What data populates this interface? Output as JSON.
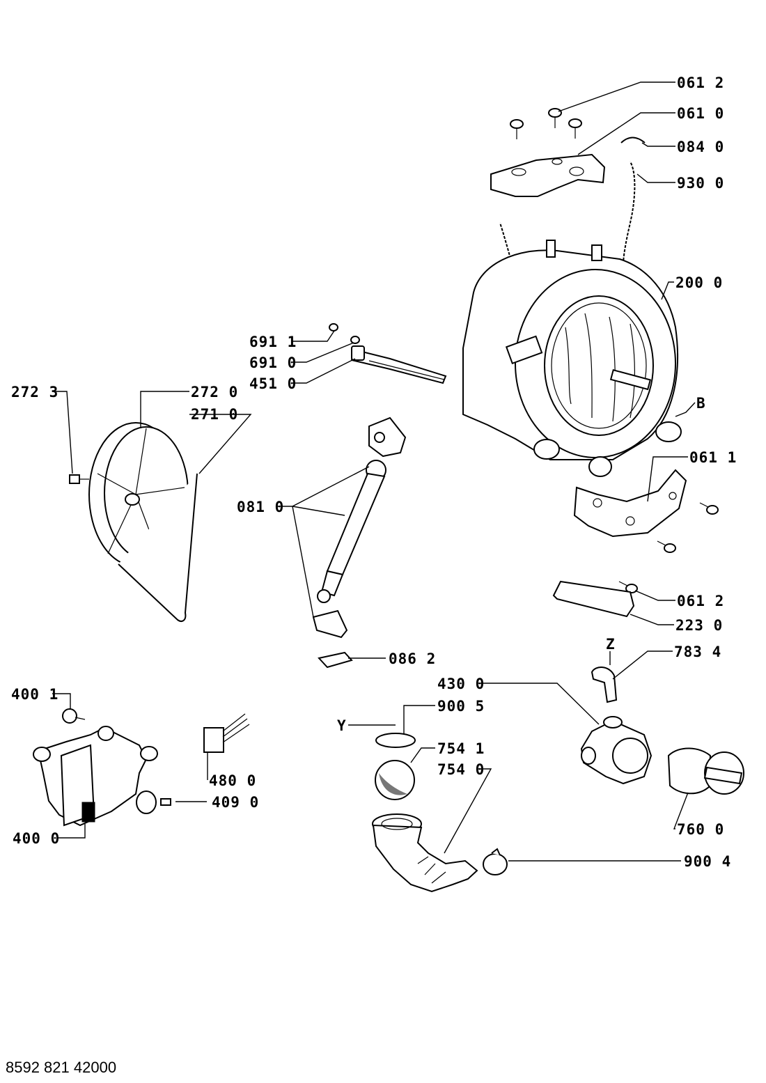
{
  "labels": {
    "l0612a": "061 2",
    "l0610": "061 0",
    "l0840": "084 0",
    "l9300": "930 0",
    "l2000": "200 0",
    "lB": "B",
    "l6911": "691 1",
    "l6910": "691 0",
    "l4510": "451 0",
    "l2723": "272 3",
    "l2720": "272 0",
    "l2710": "271 0",
    "l0810": "081 0",
    "l0611": "061 1",
    "l0612b": "061 2",
    "l2230": "223 0",
    "l0862": "086 2",
    "lZ": "Z",
    "l7834": "783 4",
    "l4300": "430 0",
    "l9005": "900 5",
    "lY": "Y",
    "l7541": "754 1",
    "l7540": "754 0",
    "l4001": "400 1",
    "l4800": "480 0",
    "l4090": "409 0",
    "l4000": "400 0",
    "l7600": "760 0",
    "l9004": "900 4"
  },
  "footer": "8592 821 42000"
}
